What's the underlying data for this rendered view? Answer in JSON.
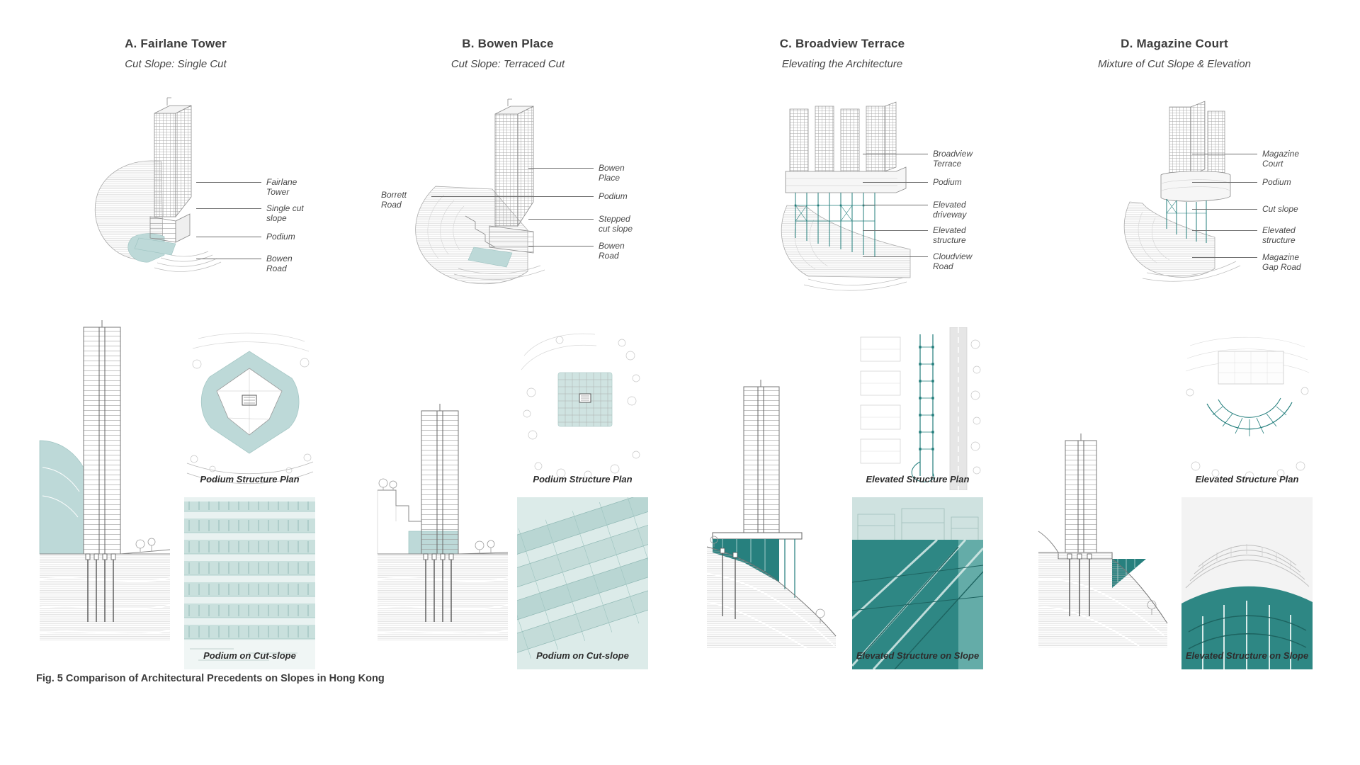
{
  "figure_caption": "Fig. 5 Comparison of Architectural Precedents on Slopes in Hong Kong",
  "colors": {
    "teal_dark": "#27807e",
    "teal_light": "#bdd9d8",
    "line_gray": "#9a9a9a",
    "text_dark": "#3c3c3c"
  },
  "columns": [
    {
      "letter": "A",
      "title": "A. Fairlane Tower",
      "subtitle": "Cut Slope: Single Cut",
      "labels": [
        "Fairlane\nTower",
        "Single cut\nslope",
        "Podium",
        "Bowen\nRoad"
      ],
      "plan_caption": "Podium Structure Plan",
      "photo_caption": "Podium on Cut-slope"
    },
    {
      "letter": "B",
      "title": "B. Bowen Place",
      "subtitle": "Cut Slope: Terraced Cut",
      "label_left": "Borrett\nRoad",
      "labels": [
        "Bowen\nPlace",
        "Podium",
        "Stepped\ncut slope",
        "Bowen\nRoad"
      ],
      "plan_caption": "Podium Structure Plan",
      "photo_caption": "Podium on Cut-slope"
    },
    {
      "letter": "C",
      "title": "C. Broadview Terrace",
      "subtitle": "Elevating the Architecture",
      "labels": [
        "Broadview\nTerrace",
        "Podium",
        "Elevated\ndriveway",
        "Elevated\nstructure",
        "Cloudview\nRoad"
      ],
      "plan_caption": "Elevated Structure Plan",
      "photo_caption": "Elevated Structure on Slope"
    },
    {
      "letter": "D",
      "title": "D. Magazine Court",
      "subtitle": "Mixture of Cut Slope & Elevation",
      "labels": [
        "Magazine\nCourt",
        "Podium",
        "Cut slope",
        "Elevated\nstructure",
        "Magazine\nGap Road"
      ],
      "plan_caption": "Elevated Structure Plan",
      "photo_caption": "Elevated Structure on Slope"
    }
  ]
}
